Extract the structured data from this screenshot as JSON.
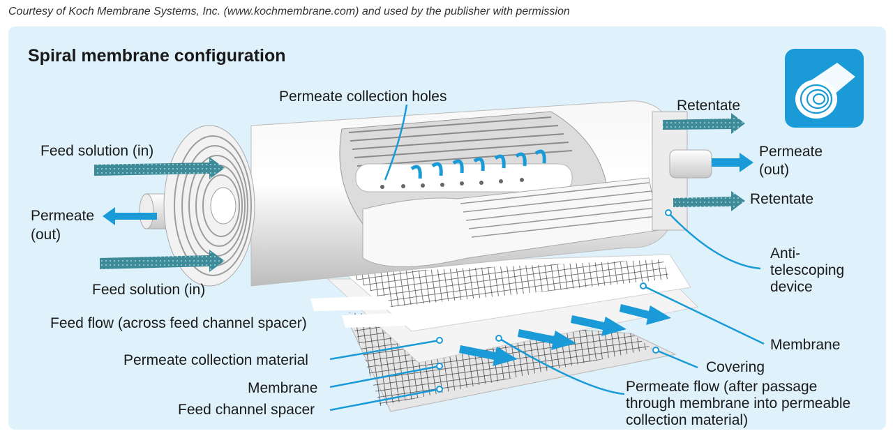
{
  "credit": "Courtesy of Koch Membrane Systems, Inc. (www.kochmembrane.com) and  used by the publisher with permission",
  "title": "Spiral membrane configuration",
  "icon": "spiral-roll-icon",
  "colors": {
    "panel": "#dff1fb",
    "accent": "#1a9ad6",
    "icon_bg": "#1a9ad6",
    "arrow_teal": "#3d8a98"
  },
  "labels": {
    "permeate_holes": "Permeate collection holes",
    "retentate_top": "Retentate",
    "retentate_bottom": "Retentate",
    "feed_in_top": "Feed solution (in)",
    "feed_in_bottom": "Feed solution (in)",
    "permeate_out_left_1": "Permeate",
    "permeate_out_left_2": "(out)",
    "permeate_out_right_1": "Permeate",
    "permeate_out_right_2": "(out)",
    "anti_1": "Anti-",
    "anti_2": "telescoping",
    "anti_3": "device",
    "feed_flow": "Feed flow (across feed channel spacer)",
    "permeate_collection": "Permeate collection material",
    "membrane_left": "Membrane",
    "feed_channel_spacer": "Feed channel spacer",
    "membrane_right": "Membrane",
    "covering": "Covering",
    "permeate_flow_1": "Permeate flow (after passage",
    "permeate_flow_2": "through membrane into permeable",
    "permeate_flow_3": "collection material)"
  }
}
